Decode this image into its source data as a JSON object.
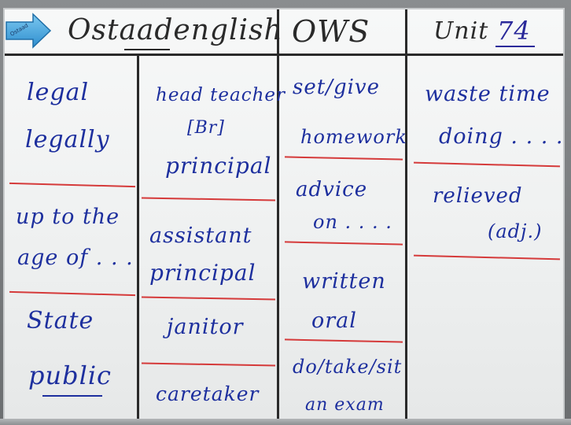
{
  "header": {
    "logo_badge": "Ostaad",
    "brand": "Ostaadenglish",
    "section": "OWS",
    "unit_prefix": "Unit",
    "unit_number": "74"
  },
  "columns": [
    {
      "entries": [
        "legal",
        "legally",
        "up to the",
        "age of . . .",
        "State",
        "public"
      ]
    },
    {
      "entries": [
        "head teacher",
        "[Br]",
        "principal",
        "assistant",
        "principal",
        "janitor",
        "caretaker"
      ]
    },
    {
      "entries": [
        "set/give",
        "homework",
        "advice",
        "on . . . .",
        "written",
        "oral",
        "do/take/sit",
        "an exam"
      ]
    },
    {
      "entries": [
        "waste time",
        "doing . . . .",
        "relieved",
        "(adj.)"
      ]
    }
  ],
  "colors": {
    "ink_blue": "#1d2f9e",
    "ink_black": "#2a2a2a",
    "ink_red": "#d53a3a",
    "badge_blue": "#4aa8de"
  }
}
